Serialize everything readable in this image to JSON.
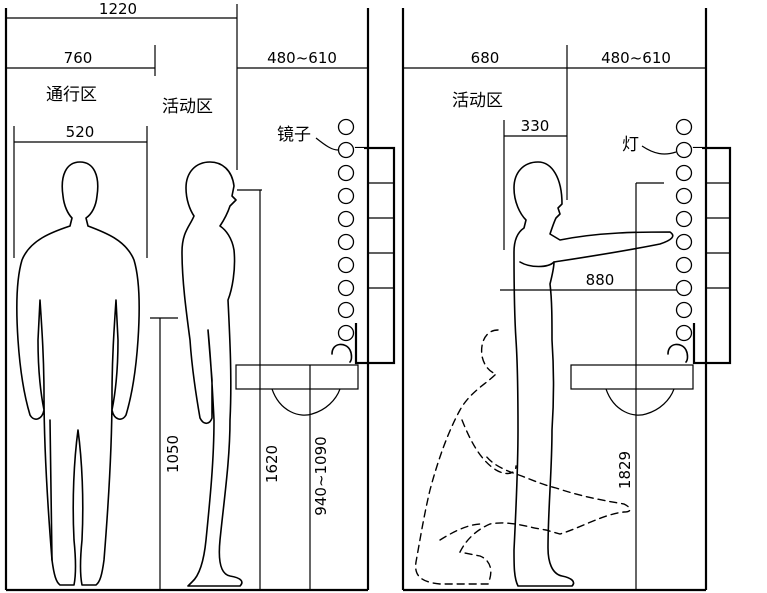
{
  "left_panel": {
    "dims": {
      "total_width": "1220",
      "passage_width": "760",
      "activity_width": "480~610",
      "shoulder_width": "520",
      "height_1050": "1050",
      "height_1620": "1620",
      "height_basin": "940~1090"
    },
    "labels": {
      "passage_zone": "通行区",
      "activity_zone": "活动区",
      "mirror": "镜子"
    }
  },
  "right_panel": {
    "dims": {
      "activity_width": "680",
      "fixture_width": "480~610",
      "head_width": "330",
      "reach": "880",
      "height_1829": "1829"
    },
    "labels": {
      "activity_zone": "活动区",
      "light": "灯"
    }
  }
}
